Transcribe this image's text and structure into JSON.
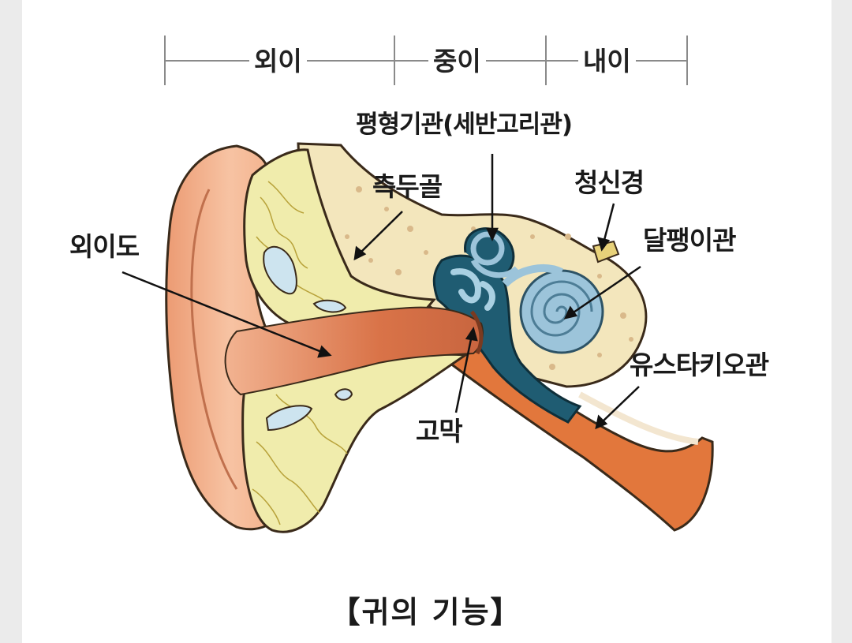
{
  "regions": {
    "outer": "외이",
    "middle": "중이",
    "inner": "내이"
  },
  "labels": {
    "ear_canal": "외이도",
    "temporal_bone": "측두골",
    "semicircular": "평형기관(세반고리관)",
    "auditory_nerve": "청신경",
    "cochlea": "달팽이관",
    "eustachian": "유스타키오관",
    "eardrum": "고막"
  },
  "caption": "【귀의 기능】",
  "colors": {
    "skin": "#f3b08c",
    "canal": "#d97348",
    "bone": "#f3e6bc",
    "cartilage": "#f0ecac",
    "cochlea": "#9cc4da",
    "teal": "#1f5c72",
    "tube": "#e2773c"
  }
}
